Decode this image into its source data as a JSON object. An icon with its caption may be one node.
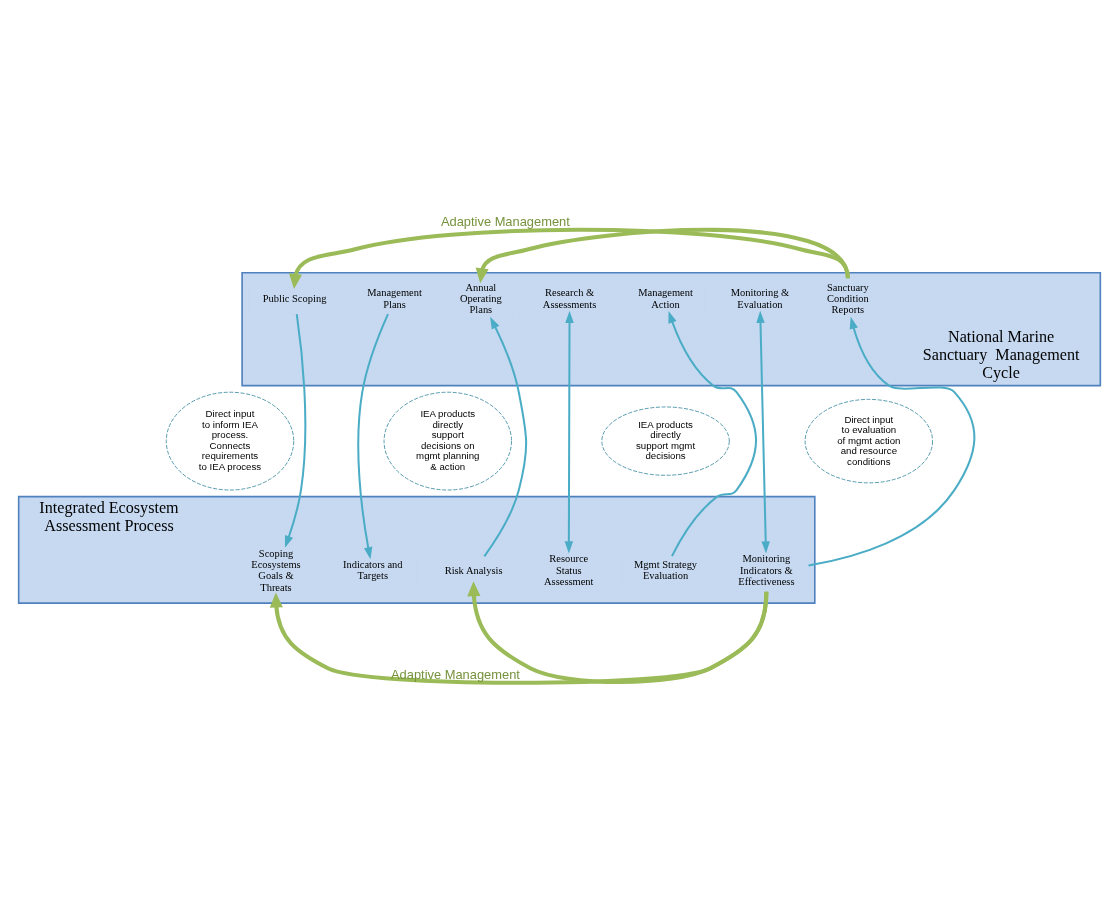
{
  "diagram": {
    "nodes": [
      {
        "text": [
          "National Marine Sanctuary  Management Cycle"
        ]
      },
      {
        "text": [
          "Public Scoping"
        ],
        "in": 0
      },
      {
        "text": [
          "Management Plans"
        ],
        "in": 0
      },
      {
        "text": [
          "Annual Operating Plans"
        ],
        "in": 0
      },
      {
        "text": [
          "Research & Assessments"
        ],
        "in": 0
      },
      {
        "text": [
          "Management Action"
        ],
        "in": 0
      },
      {
        "text": [
          "Monitoring & Evaluation"
        ],
        "in": 0
      },
      {
        "text": [
          "Sanctuary Condition Reports"
        ],
        "in": 0
      },
      {
        "text": [
          "Direct input to inform IEA process. Connects requirements to IEA process"
        ]
      },
      {
        "text": [
          "IEA products directly support decisions on mgmt planning & action"
        ]
      },
      {
        "text": [
          "IEA products directly support mgmt decisions"
        ]
      },
      {
        "text": [
          "Direct input to evaluation of mgmt action and resource conditions"
        ]
      },
      {
        "text": [
          "Integrated Ecosystem Assessment Process"
        ]
      },
      {
        "text": [
          "Scoping Ecosystems Goals & Threats"
        ],
        "in": 12
      },
      {
        "text": [
          "Indicators and Targets"
        ],
        "in": 12
      },
      {
        "text": [
          "Risk Analysis"
        ],
        "in": 12
      },
      {
        "text": [
          "Resource Status Assessment"
        ],
        "in": 12
      },
      {
        "text": [
          "Mgmt Strategy Evaluation"
        ],
        "in": 12
      },
      {
        "text": [
          "Monitoring Indicators & Effectiveness"
        ],
        "in": 12
      }
    ],
    "edges": [
      {
        "from": 1,
        "to": 13,
        "arrow": "to"
      },
      {
        "from": 2,
        "to": 14,
        "arrow": "to"
      },
      {
        "from": 15,
        "to": 3,
        "arrow": "to"
      },
      {
        "from": 4,
        "to": 16,
        "arrow": "both"
      },
      {
        "from": 17,
        "to": 5,
        "arrow": "to"
      },
      {
        "from": 6,
        "to": 18,
        "arrow": "both"
      },
      {
        "from": 18,
        "to": 7,
        "arrow": "to"
      },
      {
        "from": 0,
        "to": 1,
        "arrow": "to",
        "label": "Adaptive Management",
        "style": "thick",
        "color": "#9bbb59"
      },
      {
        "from": 0,
        "to": 3,
        "arrow": "to",
        "style": "thick",
        "color": "#9bbb59"
      },
      {
        "from": 12,
        "to": 13,
        "arrow": "to",
        "label": "Adaptive Management",
        "style": "thick",
        "color": "#9bbb59"
      },
      {
        "from": 12,
        "to": 15,
        "arrow": "to",
        "style": "thick",
        "color": "#9bbb59"
      }
    ]
  }
}
